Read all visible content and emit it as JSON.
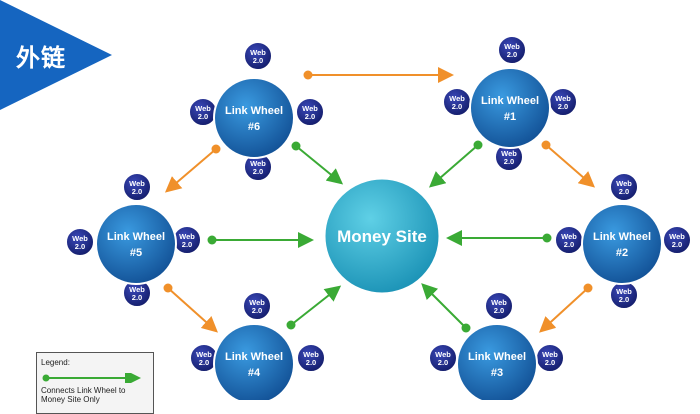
{
  "corner": {
    "label": "外链",
    "color": "#1565c0"
  },
  "center": {
    "label": "Money Site"
  },
  "nodes": [
    {
      "id": "lw6",
      "line1": "Link Wheel",
      "line2": "#6"
    },
    {
      "id": "lw1",
      "line1": "Link Wheel",
      "line2": "#1"
    },
    {
      "id": "lw5",
      "line1": "Link Wheel",
      "line2": "#5"
    },
    {
      "id": "lw2",
      "line1": "Link Wheel",
      "line2": "#2"
    },
    {
      "id": "lw4",
      "line1": "Link Wheel",
      "line2": "#4"
    },
    {
      "id": "lw3",
      "line1": "Link Wheel",
      "line2": "#3"
    }
  ],
  "satellite": {
    "line1": "Web",
    "line2": "2.0"
  },
  "legend": {
    "title": "Legend:",
    "text": "Connects Link Wheel to Money Site Only"
  },
  "colors": {
    "hub": "#2aa8c8",
    "node": "#1a6fb5",
    "satellite": "#1a237e",
    "green_arrow": "#3aaa35",
    "orange_arrow": "#f0902a"
  }
}
